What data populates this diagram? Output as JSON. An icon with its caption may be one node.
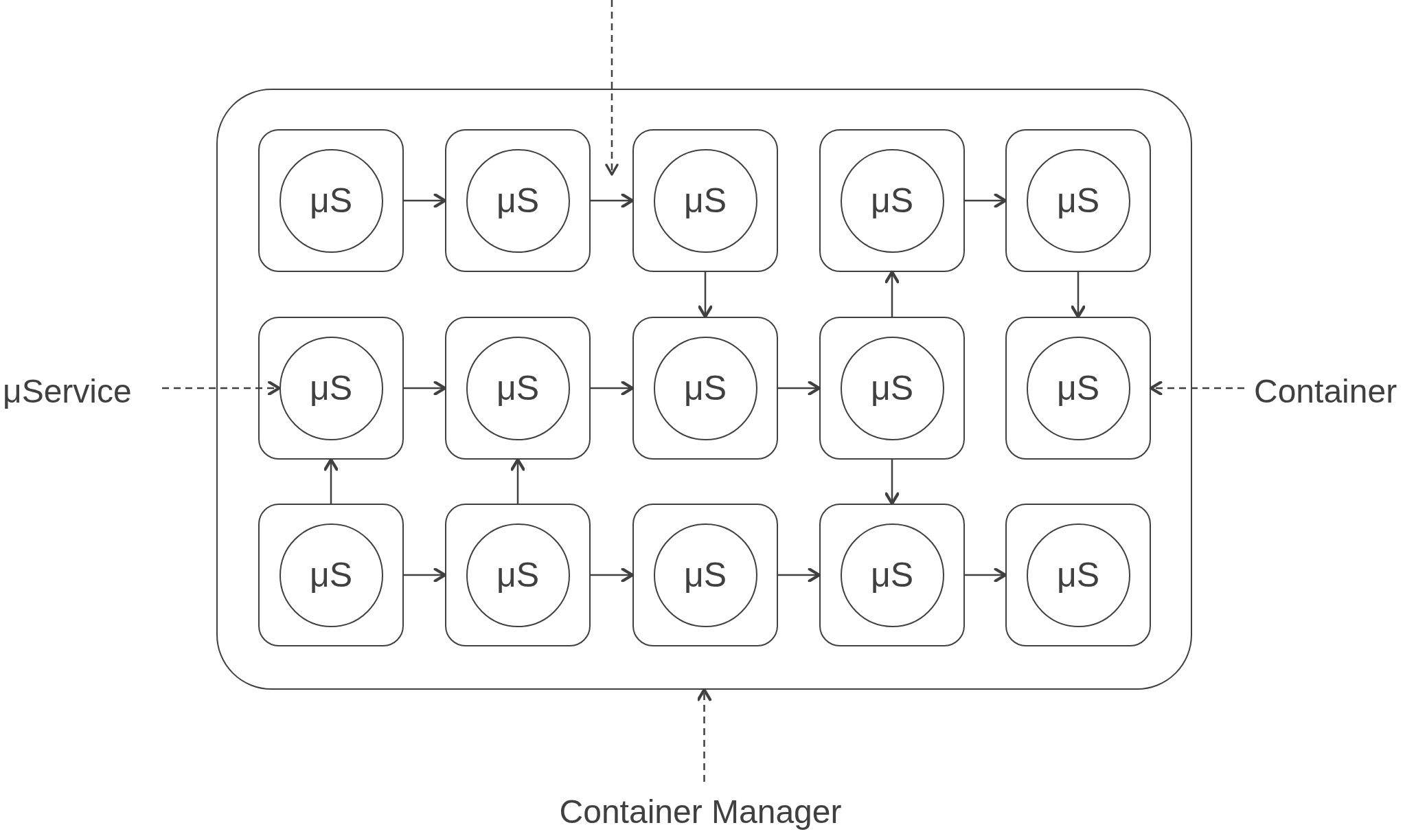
{
  "diagram": {
    "nodes": [
      {
        "text": [],
        "shape": "box"
      },
      {
        "text": [],
        "shape": "box",
        "in": 0
      },
      {
        "text": [
          "μS"
        ],
        "in": 1
      },
      {
        "text": [],
        "shape": "box",
        "in": 0
      },
      {
        "text": [
          "μS"
        ],
        "in": 3
      },
      {
        "text": [],
        "shape": "box",
        "in": 0
      },
      {
        "text": [
          "μS"
        ],
        "in": 5
      },
      {
        "text": [],
        "shape": "box",
        "in": 0
      },
      {
        "text": [
          "μS"
        ],
        "in": 7
      },
      {
        "text": [],
        "shape": "box",
        "in": 0
      },
      {
        "text": [
          "μS"
        ],
        "in": 9
      },
      {
        "text": [],
        "shape": "box",
        "in": 0
      },
      {
        "text": [
          "μS"
        ],
        "in": 11
      },
      {
        "text": [],
        "shape": "box",
        "in": 0
      },
      {
        "text": [
          "μS"
        ],
        "in": 13
      },
      {
        "text": [],
        "shape": "box",
        "in": 0
      },
      {
        "text": [
          "μS"
        ],
        "in": 15
      },
      {
        "text": [],
        "shape": "box",
        "in": 0
      },
      {
        "text": [
          "μS"
        ],
        "in": 17
      },
      {
        "text": [],
        "shape": "box",
        "in": 0
      },
      {
        "text": [
          "μS"
        ],
        "in": 19
      },
      {
        "text": [],
        "shape": "box",
        "in": 0
      },
      {
        "text": [
          "μS"
        ],
        "in": 21
      },
      {
        "text": [],
        "shape": "box",
        "in": 0
      },
      {
        "text": [
          "μS"
        ],
        "in": 23
      },
      {
        "text": [],
        "shape": "box",
        "in": 0
      },
      {
        "text": [
          "μS"
        ],
        "in": 25
      },
      {
        "text": [],
        "shape": "box",
        "in": 0
      },
      {
        "text": [
          "μS"
        ],
        "in": 27
      },
      {
        "text": [],
        "shape": "box",
        "in": 0
      },
      {
        "text": [
          "μS"
        ],
        "in": 29
      },
      {
        "text": [
          "μService"
        ]
      },
      {
        "text": [
          "Container"
        ]
      },
      {
        "text": [
          "Container Manager"
        ]
      }
    ],
    "edges": [
      {
        "from": 1,
        "to": 3,
        "arrow": "to"
      },
      {
        "from": 3,
        "to": 5,
        "arrow": "to"
      },
      {
        "from": 7,
        "to": 9,
        "arrow": "to"
      },
      {
        "from": 5,
        "to": 15,
        "arrow": "to"
      },
      {
        "from": 17,
        "to": 7,
        "arrow": "to"
      },
      {
        "from": 9,
        "to": 19,
        "arrow": "to"
      },
      {
        "from": 31,
        "to": 12,
        "arrow": "to",
        "style": "dashed"
      },
      {
        "from": 11,
        "to": 13,
        "arrow": "to"
      },
      {
        "from": 13,
        "to": 15,
        "arrow": "to"
      },
      {
        "from": 15,
        "to": 17,
        "arrow": "to"
      },
      {
        "from": 32,
        "to": 19,
        "arrow": "to",
        "style": "dashed"
      },
      {
        "from": 21,
        "to": 11,
        "arrow": "to"
      },
      {
        "from": 23,
        "to": 13,
        "arrow": "to"
      },
      {
        "from": 17,
        "to": 27,
        "arrow": "to"
      },
      {
        "from": 21,
        "to": 23,
        "arrow": "to"
      },
      {
        "from": 23,
        "to": 25,
        "arrow": "to"
      },
      {
        "from": 25,
        "to": 27,
        "arrow": "to"
      },
      {
        "from": 27,
        "to": 29,
        "arrow": "to"
      },
      {
        "from": 33,
        "to": 0,
        "arrow": "to",
        "style": "dashed"
      }
    ]
  }
}
